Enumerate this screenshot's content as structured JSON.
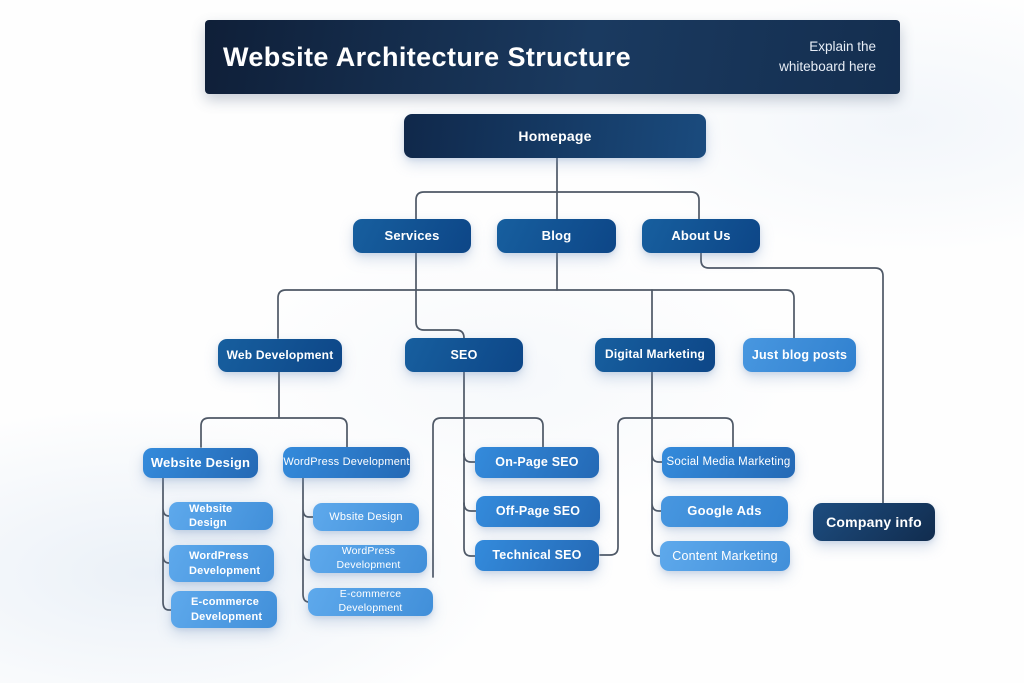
{
  "header": {
    "title": "Website Architecture Structure",
    "note": "Explain the\nwhiteboard here"
  },
  "nodes": {
    "homepage": {
      "label": "Homepage"
    },
    "services": {
      "label": "Services"
    },
    "blog": {
      "label": "Blog"
    },
    "about_us": {
      "label": "About Us"
    },
    "web_development": {
      "label": "Web Development"
    },
    "seo": {
      "label": "SEO"
    },
    "digital_marketing": {
      "label": "Digital Marketing"
    },
    "just_blog_posts": {
      "label": "Just blog posts"
    },
    "website_design": {
      "label": "Website Design"
    },
    "wordpress_development": {
      "label": "WordPress Development"
    },
    "website_design_children": {
      "item1": "Website Design",
      "item2": "WordPress\nDevelopment",
      "item3": "E-commerce\nDevelopment"
    },
    "wordpress_development_children": {
      "item1": "Wbsite Design",
      "item2": "WordPress Development",
      "item3": "E-commerce Development"
    },
    "on_page_seo": {
      "label": "On-Page SEO"
    },
    "off_page_seo": {
      "label": "Off-Page SEO"
    },
    "technical_seo": {
      "label": "Technical SEO"
    },
    "social_media_marketing": {
      "label": "Social Media Marketing"
    },
    "google_ads": {
      "label": "Google Ads"
    },
    "content_marketing": {
      "label": "Content Marketing"
    },
    "company_info": {
      "label": "Company info"
    }
  },
  "colors": {
    "header_navy": "#14304f",
    "box_dark_navy": "#153a63",
    "box_mid_blue": "#0f55a0",
    "box_blue": "#2c7ccc",
    "box_light_blue": "#3f8ed9",
    "box_lighter_blue": "#519ee6",
    "connector_gray": "#4e5866",
    "background": "#fefefe",
    "text": "#ffffff"
  }
}
